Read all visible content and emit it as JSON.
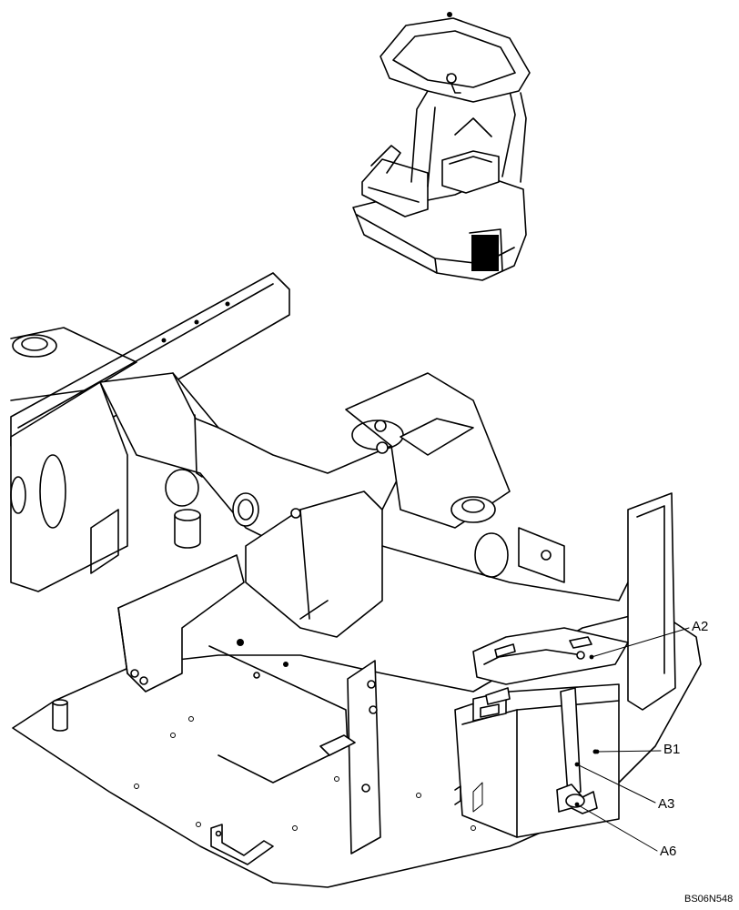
{
  "callouts": {
    "a2": "A2",
    "b1": "B1",
    "a3": "A3",
    "a6": "A6"
  },
  "reference_code": "BS06N548",
  "colors": {
    "line": "#000000",
    "background": "#ffffff"
  }
}
